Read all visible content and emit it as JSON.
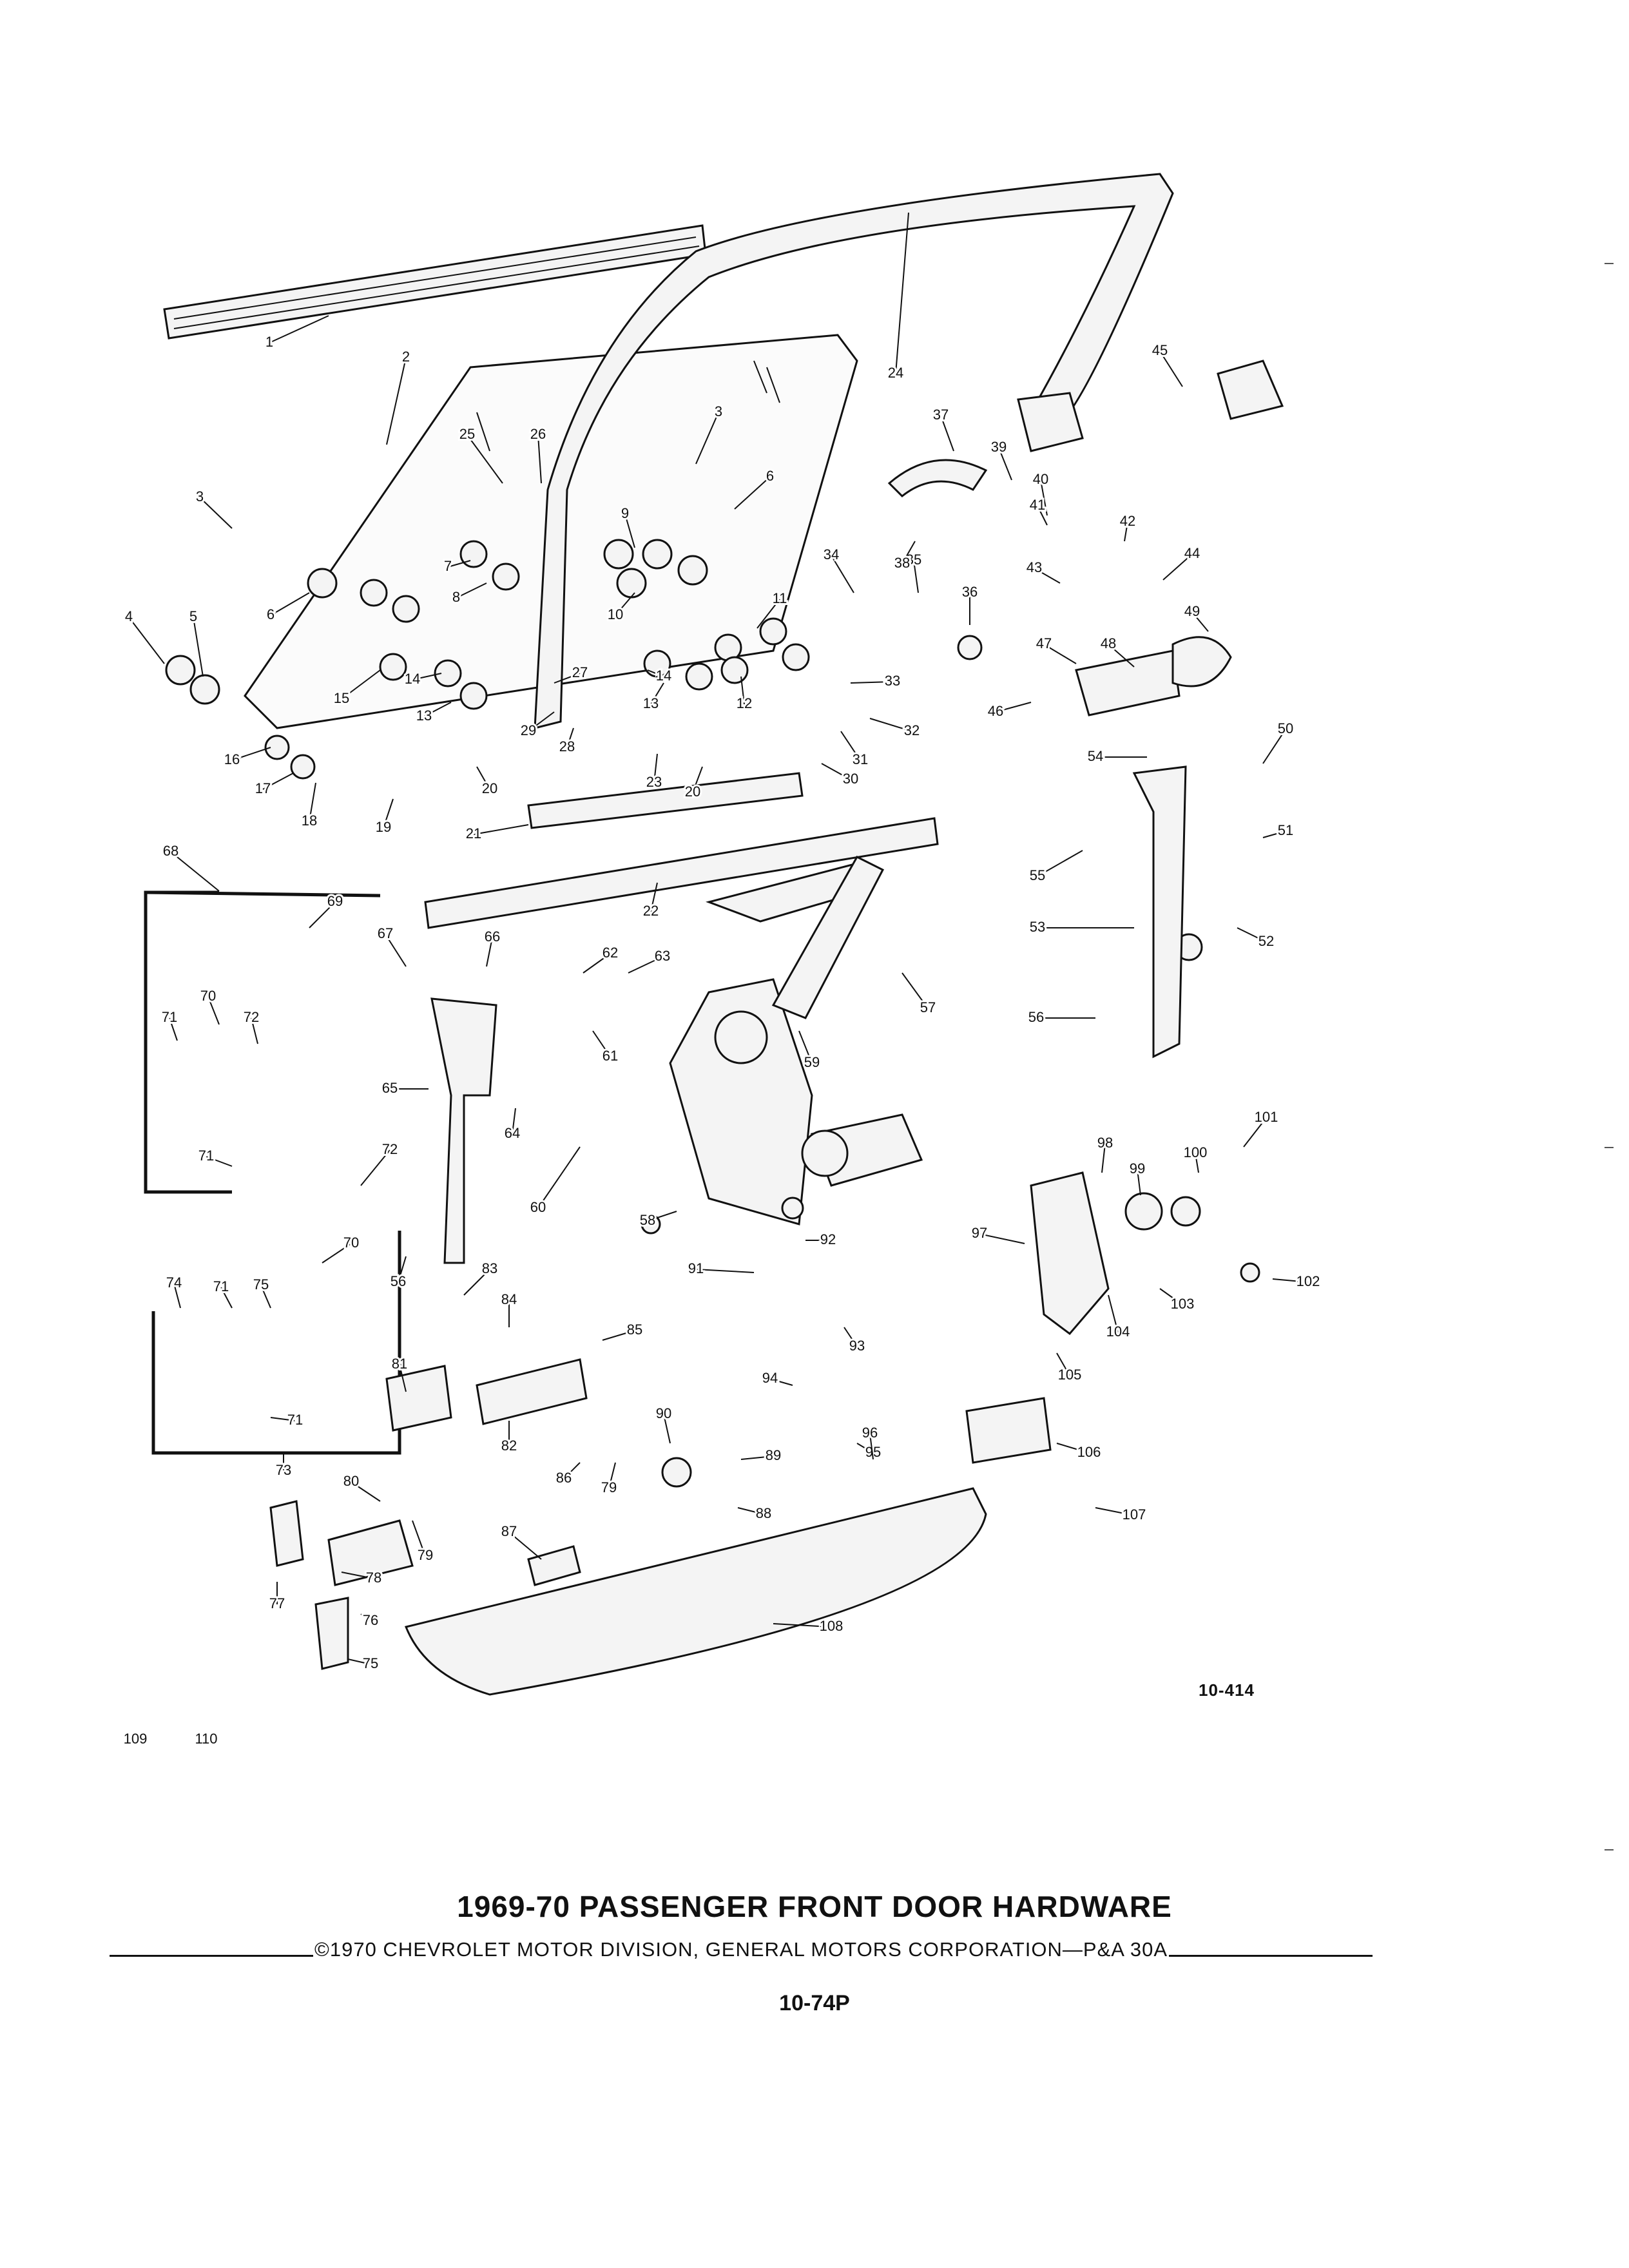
{
  "diagram": {
    "title": "1969-70 PASSENGER FRONT DOOR HARDWARE",
    "copyright": "©1970 CHEVROLET MOTOR DIVISION, GENERAL MOTORS CORPORATION—P&A 30A",
    "page_number": "10-74P",
    "figure_reference": "10-414",
    "callouts": [
      "1",
      "2",
      "3",
      "3",
      "4",
      "5",
      "6",
      "6",
      "7",
      "8",
      "9",
      "10",
      "11",
      "12",
      "13",
      "13",
      "14",
      "14",
      "15",
      "16",
      "17",
      "18",
      "19",
      "20",
      "20",
      "21",
      "22",
      "23",
      "24",
      "25",
      "26",
      "27",
      "28",
      "29",
      "30",
      "31",
      "32",
      "33",
      "34",
      "35",
      "36",
      "37",
      "38",
      "39",
      "40",
      "41",
      "42",
      "43",
      "44",
      "45",
      "46",
      "47",
      "48",
      "49",
      "50",
      "51",
      "52",
      "53",
      "54",
      "55",
      "56",
      "56",
      "57",
      "58",
      "59",
      "60",
      "61",
      "62",
      "63",
      "64",
      "65",
      "66",
      "67",
      "68",
      "69",
      "70",
      "70",
      "71",
      "71",
      "71",
      "71",
      "72",
      "72",
      "73",
      "74",
      "75",
      "75",
      "76",
      "77",
      "78",
      "79",
      "79",
      "80",
      "81",
      "82",
      "83",
      "84",
      "85",
      "86",
      "87",
      "88",
      "89",
      "90",
      "91",
      "92",
      "93",
      "94",
      "95",
      "96",
      "97",
      "98",
      "99",
      "100",
      "101",
      "102",
      "103",
      "104",
      "105",
      "106",
      "107",
      "108",
      "109",
      "110"
    ]
  }
}
